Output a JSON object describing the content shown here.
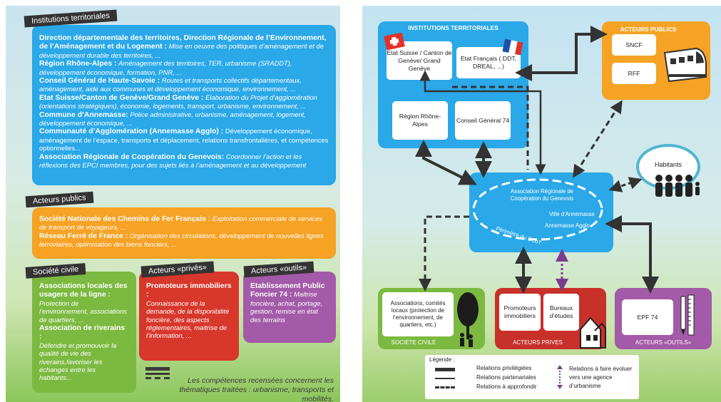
{
  "left": {
    "institutions": {
      "tag": "Institutions territoriales",
      "entries": [
        {
          "name": "Direction départementale des territoires, Direction Régionale de l’Environnement, de l’Aménagement et du Logement :",
          "desc": "Mise en oeuvre des politiques d’aménagement et de développement durable des territoires, ..."
        },
        {
          "name": "Région Rhône-Alpes :",
          "desc": "Aménagement des territoires, TER, urbanisme (SRADDT), développement économique, formation, PNR, ..."
        },
        {
          "name": "Conseil Général de Haute-Savoie :",
          "desc": "Routes et transports collectifs départementaux, aménagement, aide aux communes et développement économique, environnement, ..."
        },
        {
          "name": "Etat Suisse/Canton de Genève/Grand Genève :",
          "desc": "Elaboration du Projet d’agglomération (orientations stratégiques), économie, logements, transport, urbanisme, environnement, ..."
        },
        {
          "name": "Commune d’Annemasse:",
          "desc": "Police administrative, urbanisme, aménagement, logement, développement économique, ..."
        },
        {
          "name": "Communauté d’Agglomération (Annemasse Agglo) :",
          "desc": "Développement économique, aménagement de l’espace, transports et déplacement, relations transfrontalières, et compétences optionnelles..."
        },
        {
          "name": "Association Régionale de Coopération du Genevois:",
          "desc": "Coordonner l’action et les réflexions des EPCI membres, pour des sujets liés à l’aménagement et au développement"
        }
      ]
    },
    "acteurs_publics": {
      "tag": "Acteurs publics",
      "entries": [
        {
          "name": "Société Nationale des Chemins de Fer Français :",
          "desc": "Exploitation commerciale de services de transport de voyageurs, ..."
        },
        {
          "name": "Réseau Ferré de France :",
          "desc": "Organisation des circulations, développement de nouvelles lignes ferroviaires, optimisation des biens fonciers, ..."
        }
      ]
    },
    "societe_civile": {
      "tag": "Société civile",
      "entries": [
        {
          "name": "Associations locales des usagers de la ligne :",
          "desc": "Protection de l’environnement, associations de quartiers, ..."
        },
        {
          "name": "Association de riverains :",
          "desc": "Défendre et promouvoir la qualité de vie des riverains,favoriser les échanges entre les habitants..."
        }
      ]
    },
    "acteurs_prives": {
      "tag": "Acteurs «privés»",
      "entries": [
        {
          "name": "Promoteurs immobiliers :",
          "desc": "Connaissance de la demande, de la disponibilité foncière, des aspects réglementaires, maitrise de l’information, ..."
        }
      ]
    },
    "acteurs_outils": {
      "tag": "Acteurs «outils»",
      "entries": [
        {
          "name": "Etablissement Public Foncier 74 :",
          "desc": "Maitrise foncière, achat, portage, gestion, remise en état des terrains"
        }
      ]
    },
    "footnote": "Les compétences recensées concernent les thématiques traitées : urbanisme, transports et mobilités."
  },
  "right": {
    "institutions": {
      "title": "INSTITUTIONS TERRITORIALES",
      "etat_suisse": "Etat Suisse / Canton de Genève/ Grand Genève",
      "etat_francais": "Etat Français ( DDT, DREAL, ...)",
      "region": "Région Rhône-Alpes",
      "conseil": "Conseil Général 74"
    },
    "acteurs_publics": {
      "title": "ACTEURS PUBLICS",
      "sncf": "SNCF",
      "rff": "RFF"
    },
    "habitants": "Habitants",
    "center": {
      "arc": "Association Régionale de Coopération du Genevois",
      "ville": "Ville d’Annemasse",
      "agglo": "Annemasse Agglo",
      "scot": "Périmètre du SCoT"
    },
    "societe_civile": {
      "label": "SOCIETE CIVILE",
      "assoc": "Associations, comités locaux (protection de l’environnement, de quartiers, etc.)"
    },
    "acteurs_prives": {
      "label": "ACTEURS PRIVES",
      "promoteurs": "Promoteurs immobiliers",
      "bureaux": "Bureaux d’études"
    },
    "acteurs_outils": {
      "label": "ACTEURS «OUTILS»",
      "epf": "EPF 74"
    },
    "legend": {
      "title": "Légende :",
      "items": [
        "Relations privilégiées",
        "Relations partenariales",
        "Relations à approfondir"
      ],
      "evolve": "Relations à faire évoluer vers une agence d’urbanisme"
    },
    "colors": {
      "blue": "#2aa8e8",
      "orange": "#f6a224",
      "red": "#c8302a",
      "purple": "#a35aa8",
      "dark": "#333333"
    }
  }
}
